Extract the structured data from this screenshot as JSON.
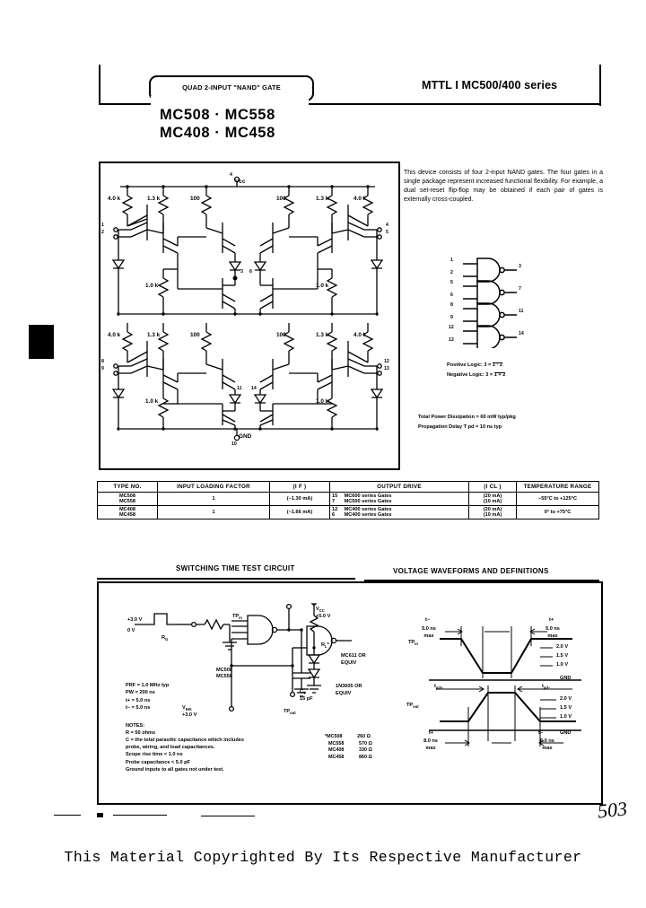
{
  "header": {
    "tab_label": "QUAD 2-INPUT \"NAND\" GATE",
    "series": "MTTL I MC500/400 series",
    "part_line1": "MC508 · MC558",
    "part_line2": "MC408 · MC458"
  },
  "description": "This device consists of four 2-input NAND gates. The four gates in a single package represent increased functional flexibility. For example, a dual set-reset flip-flop may be obtained if each pair of gates is externally cross-coupled.",
  "schematic": {
    "vcc_label": "Vcc",
    "vcc_pin": "4",
    "gnd_label": "GND",
    "gnd_pin": "10",
    "resistors": {
      "r4k": "4.0 k",
      "r13k": "1.3 k",
      "r100": "100",
      "r1k": "1.0 k"
    },
    "top_left_pins": [
      "1",
      "2"
    ],
    "top_right_pins": [
      "4",
      "5"
    ],
    "bottom_left_pins": [
      "8",
      "9"
    ],
    "bottom_right_pins": [
      "12",
      "13"
    ],
    "top_out_left": "3",
    "top_out_right": "6",
    "bottom_out_left": "11",
    "bottom_out_right": "14"
  },
  "logic_symbols": {
    "gates": [
      {
        "in_a": "1",
        "in_b": "2",
        "out": "3"
      },
      {
        "in_a": "5",
        "in_b": "6",
        "out": "7"
      },
      {
        "in_a": "8",
        "in_b": "9",
        "out": "11"
      },
      {
        "in_a": "12",
        "in_b": "13",
        "out": "14"
      }
    ],
    "positive_logic_label": "Positive Logic: 3 =",
    "positive_logic_expr": "1 · 2",
    "negative_logic_label": "Negative Logic: 3 =",
    "negative_logic_expr": "1 + 2"
  },
  "power_notes": {
    "line1": "Total Power Dissipation = 60 mW typ/pkg",
    "line2": "Propagation Delay T pd = 10 ns typ"
  },
  "param_table": {
    "headers": {
      "type_no": "TYPE NO.",
      "input_loading": "INPUT LOADING FACTOR",
      "if_sym": "(I F )",
      "output_drive": "OUTPUT DRIVE",
      "icl_sym": "(I CL )",
      "temp_range": "TEMPERATURE RANGE"
    },
    "rows": [
      {
        "types": [
          "MC508",
          "MC558"
        ],
        "loading": "1",
        "if_value": "(−1.30 mA)",
        "drive": [
          {
            "count": "15",
            "text": "MC600 series Gates",
            "current": "(20 mA)"
          },
          {
            "count": "7",
            "text": "MC500 series Gates",
            "current": "(10 mA)"
          }
        ],
        "temp": "−55°C to +125°C"
      },
      {
        "types": [
          "MC408",
          "MC458"
        ],
        "loading": "1",
        "if_value": "(−1.66 mA)",
        "drive": [
          {
            "count": "12",
            "text": "MC400 series Gates",
            "current": "(20 mA)"
          },
          {
            "count": "6",
            "text": "MC400 series Gates",
            "current": "(10 mA)"
          }
        ],
        "temp": "0° to +75°C"
      }
    ]
  },
  "lower": {
    "heading_left": "SWITCHING TIME TEST CIRCUIT",
    "heading_right": "VOLTAGE WAVEFORMS AND DEFINITIONS",
    "test_circuit": {
      "pulse_high": "+3.0 V",
      "pulse_low": "0 V",
      "rg_label": "R",
      "rg_sub": "G",
      "dut_label_1": "MC508",
      "dut_label_2": "MC558",
      "tp_in": "TP",
      "tp_in_sub": "in",
      "tp_out": "TP",
      "tp_out_sub": "out",
      "vcc_label": "V",
      "vcc_sub": "CC",
      "vcc_value": "+5.0 V",
      "rl_label": "R",
      "rl_sub": "L",
      "rl_star": "*",
      "ct_label": "C",
      "ct_sub": "T",
      "ct_value": "15 pF",
      "diode_1": "MC611 OR",
      "diode_2": "EQUIV",
      "diode_3": "1N3605 OR",
      "diode_4": "EQUIV",
      "vihx_label": "V",
      "vihx_sub": "IHX",
      "vihx_value": "+3.0 V",
      "stim": [
        "PRF = 1.0 MHz typ",
        "PW = 200 ns",
        "t+ = 5.0 ns",
        "t− = 5.0 ns"
      ]
    },
    "notes": {
      "title": "NOTES:",
      "lines": [
        "R  = 50 ohms",
        "C  = the total parasitic capacitance which includes",
        "        probe, wiring, and load capacitances.",
        "Scope rise time < 1.0 ns",
        "Probe capacitance < 5.0 pF",
        "Ground inputs to all gates not under test."
      ]
    },
    "resistor_values": {
      "star": "*",
      "rows": [
        {
          "part": "MC508",
          "val": "260 Ω"
        },
        {
          "part": "MC558",
          "val": "570 Ω"
        },
        {
          "part": "MC408",
          "val": "330 Ω"
        },
        {
          "part": "MC458",
          "val": "860 Ω"
        }
      ]
    },
    "waveforms": {
      "in_label": "TP",
      "in_sub": "in",
      "out_label": "TP",
      "out_sub": "out",
      "t_minus": "t−",
      "t_plus": "t+",
      "edge_5ns": "5.0 ns",
      "edge_8ns": "8.0 ns",
      "edge_6ns": "6.0 ns",
      "max": "max",
      "tpd_plus": "t",
      "tpd_plus_sub": "pd+",
      "tpd_minus": "t",
      "tpd_minus_sub": "pd−",
      "levels": [
        "2.0 V",
        "1.5 V",
        "1.0 V"
      ],
      "gnd": "GND"
    }
  },
  "page_number": "503",
  "footer": "This Material Copyrighted By Its Respective Manufacturer"
}
